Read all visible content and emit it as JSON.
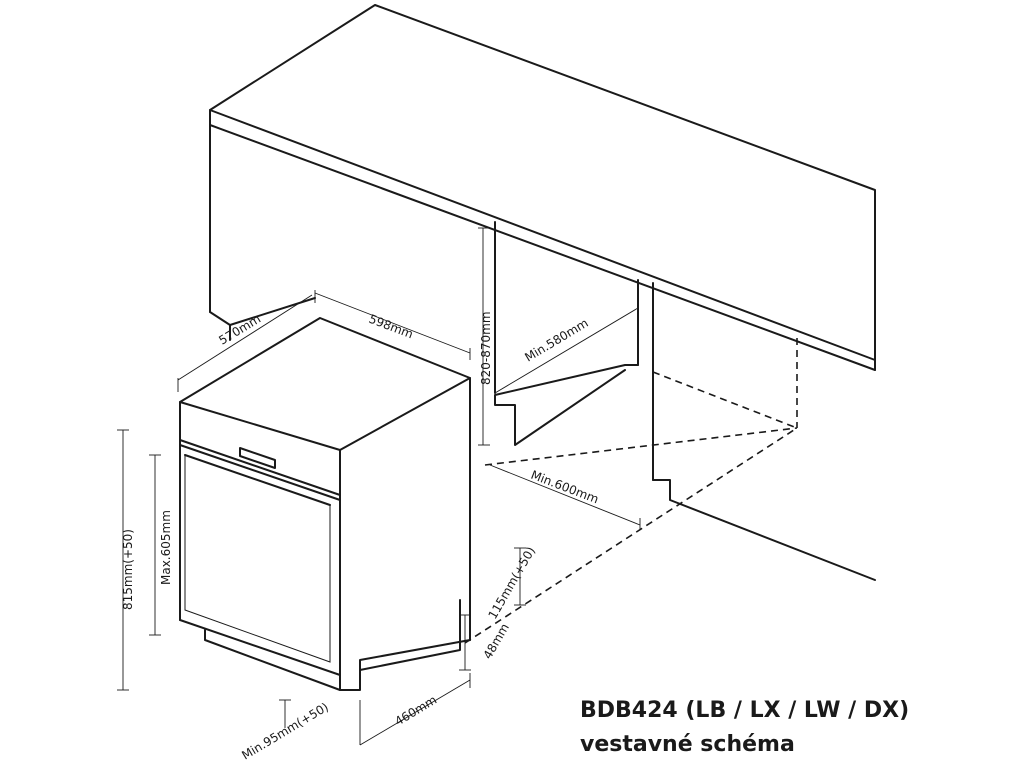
{
  "caption": {
    "title": "BDB424 (LB / LX / LW / DX)",
    "subtitle": "vestavné schéma"
  },
  "dimensions": {
    "width": "598mm",
    "depth": "570mm",
    "cabinet_height": "820-870mm",
    "cabinet_depth": "Min.580mm",
    "cabinet_width": "Min.600mm",
    "plinth_height": "115mm(+50)",
    "foot_height": "48mm",
    "base_depth": "460mm",
    "bottom_gap": "Min.95mm(+50)",
    "panel_height": "Max.605mm",
    "total_height": "815mm(+50)"
  }
}
